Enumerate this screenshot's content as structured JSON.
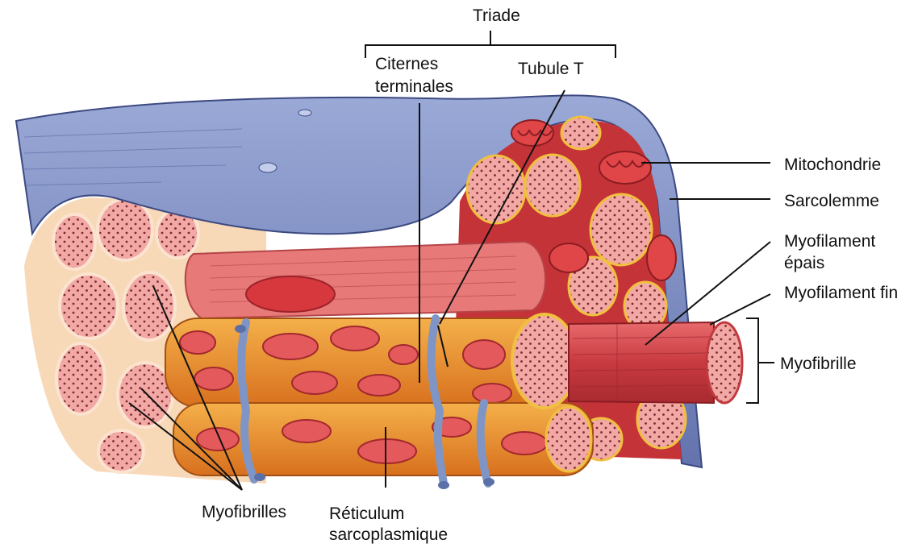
{
  "labels": {
    "triade": "Triade",
    "citernes_1": "Citernes",
    "citernes_2": "terminales",
    "tubule_t": "Tubule T",
    "mitochondrie": "Mitochondrie",
    "sarcolemme": "Sarcolemme",
    "myofilament_epais_1": "Myofilament",
    "myofilament_epais_2": "épais",
    "myofilament_fin": "Myofilament fin",
    "myofibrille": "Myofibrille",
    "myofibrilles": "Myofibrilles",
    "reticulum_1": "Réticulum",
    "reticulum_2": "sarcoplasmique"
  },
  "colors": {
    "sarcolemma_blue": "#7f8fc4",
    "sarcolemma_dark": "#4a5a94",
    "myofibril_red": "#d84a4e",
    "myofibril_pink": "#ef9a98",
    "reticulum_orange": "#e98a2c",
    "ttubule_blue": "#8ea2cc",
    "background": "#ffffff",
    "leader_line": "#111111"
  }
}
